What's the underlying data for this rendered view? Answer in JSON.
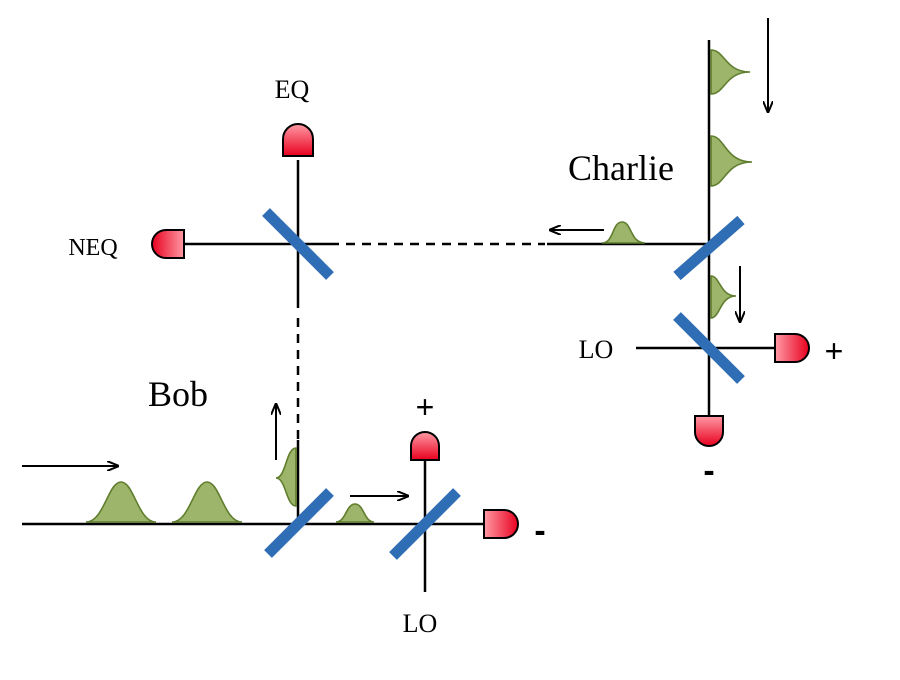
{
  "labels": {
    "eq": "EQ",
    "neq": "NEQ",
    "charlie": "Charlie",
    "bob": "Bob",
    "lo_charlie": "LO",
    "lo_bob": "LO",
    "plus_charlie": "+",
    "minus_charlie": "-",
    "plus_bob": "+",
    "minus_bob": "-"
  },
  "colors": {
    "beam_splitter": "#2f6db5",
    "pulse_fill": "#9cb56a",
    "pulse_stroke": "#5f7d2d",
    "detector_top": "#ff9aa5",
    "detector_bottom": "#e8001e"
  },
  "icons": {
    "detector": "photodetector-icon",
    "beam_splitter": "beam-splitter-icon",
    "pulse": "gaussian-pulse-icon"
  }
}
